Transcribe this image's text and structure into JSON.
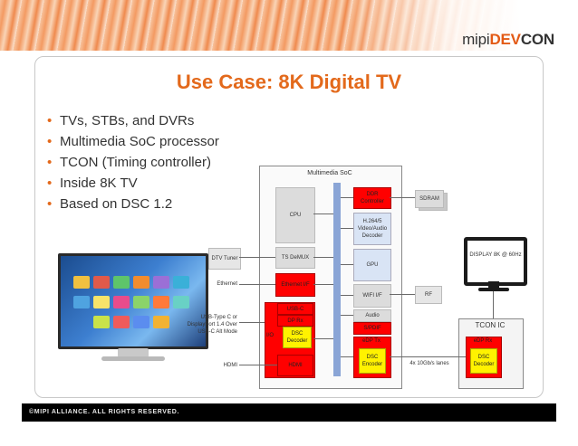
{
  "header": {
    "brand": {
      "mipi": "mipi",
      "dev": "DEV",
      "con": "CON"
    }
  },
  "slide": {
    "title": "Use Case: 8K Digital TV",
    "bullets": [
      "TVs, STBs, and DVRs",
      "Multimedia SoC processor",
      "TCON (Timing controller)",
      "Inside 8K TV",
      "Based on DSC 1.2"
    ]
  },
  "diagram": {
    "soc_title": "Multimedia SoC",
    "blocks": {
      "cpu": "CPU",
      "ddr": "DDR Controller",
      "h264": "H.264/5 Video/Audio Decoder",
      "ts": "TS DeMUX",
      "gpu": "GPU",
      "ethernet_if": "Ethernet I/F",
      "wifi": "WIFI I/F",
      "usbc": "USB-C",
      "dp_rx": "DP Rx",
      "dsc_decoder": "DSC Decoder",
      "io": "I/O",
      "audio": "Audio",
      "spdif": "S/PDIF",
      "hdmi_block": "HDMI",
      "edp_tx": "eDP Tx",
      "dsc_encoder": "DSC Encoder"
    },
    "external": {
      "sdram": "SDRAM",
      "dtv_tuner": "DTV Tuner",
      "ethernet": "Ethernet",
      "usb_type_c": "USB-Type C or DisplayPort 1.4 Over USB-C Alt Mode",
      "hdmi": "HDMI",
      "rf": "RF",
      "display": "DISPLAY 8K @ 60Hz",
      "tcon_title": "TCON IC",
      "tcon_edp_rx": "eDP Rx",
      "tcon_dsc_decoder": "DSC Decoder",
      "link": "4x 10Gb/s lanes"
    }
  },
  "footer": {
    "text": "©MIPI ALLIANCE. ALL RIGHTS RESERVED."
  },
  "colors": {
    "accent": "#e3691b",
    "red_block": "#ff0000",
    "gray_block": "#dcdcdc",
    "bus": "#8aa5d6"
  }
}
